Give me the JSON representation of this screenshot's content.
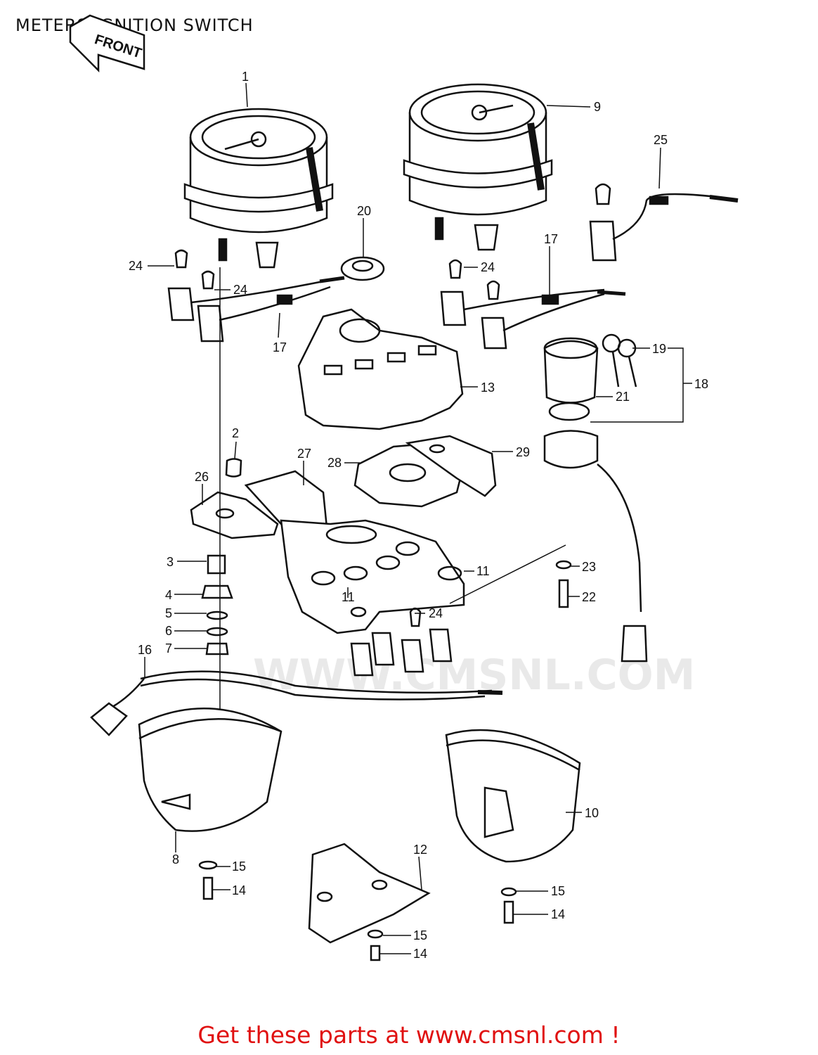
{
  "title": "METERS/IGNITION SWITCH",
  "front_arrow_label": "FRONT",
  "watermark": "WWW.CMSNL.COM",
  "promo_text": "Get these parts at www.cmsnl.com !",
  "callouts": [
    {
      "id": "c1",
      "label": "1"
    },
    {
      "id": "c9",
      "label": "9"
    },
    {
      "id": "c25",
      "label": "25"
    },
    {
      "id": "c20",
      "label": "20"
    },
    {
      "id": "c17a",
      "label": "17"
    },
    {
      "id": "c17b",
      "label": "17"
    },
    {
      "id": "c24a",
      "label": "24"
    },
    {
      "id": "c24b",
      "label": "24"
    },
    {
      "id": "c24c",
      "label": "24"
    },
    {
      "id": "c24d",
      "label": "24"
    },
    {
      "id": "c19",
      "label": "19"
    },
    {
      "id": "c18",
      "label": "18"
    },
    {
      "id": "c13",
      "label": "13"
    },
    {
      "id": "c21",
      "label": "21"
    },
    {
      "id": "c2",
      "label": "2"
    },
    {
      "id": "c27",
      "label": "27"
    },
    {
      "id": "c28",
      "label": "28"
    },
    {
      "id": "c29",
      "label": "29"
    },
    {
      "id": "c26",
      "label": "26"
    },
    {
      "id": "c3",
      "label": "3"
    },
    {
      "id": "c4",
      "label": "4"
    },
    {
      "id": "c5",
      "label": "5"
    },
    {
      "id": "c6",
      "label": "6"
    },
    {
      "id": "c7",
      "label": "7"
    },
    {
      "id": "c11a",
      "label": "11"
    },
    {
      "id": "c11b",
      "label": "11"
    },
    {
      "id": "c23",
      "label": "23"
    },
    {
      "id": "c22",
      "label": "22"
    },
    {
      "id": "c16",
      "label": "16"
    },
    {
      "id": "c10",
      "label": "10"
    },
    {
      "id": "c8",
      "label": "8"
    },
    {
      "id": "c12",
      "label": "12"
    },
    {
      "id": "c15a",
      "label": "15"
    },
    {
      "id": "c14a",
      "label": "14"
    },
    {
      "id": "c15b",
      "label": "15"
    },
    {
      "id": "c14b",
      "label": "14"
    },
    {
      "id": "c15c",
      "label": "15"
    },
    {
      "id": "c14c",
      "label": "14"
    }
  ]
}
